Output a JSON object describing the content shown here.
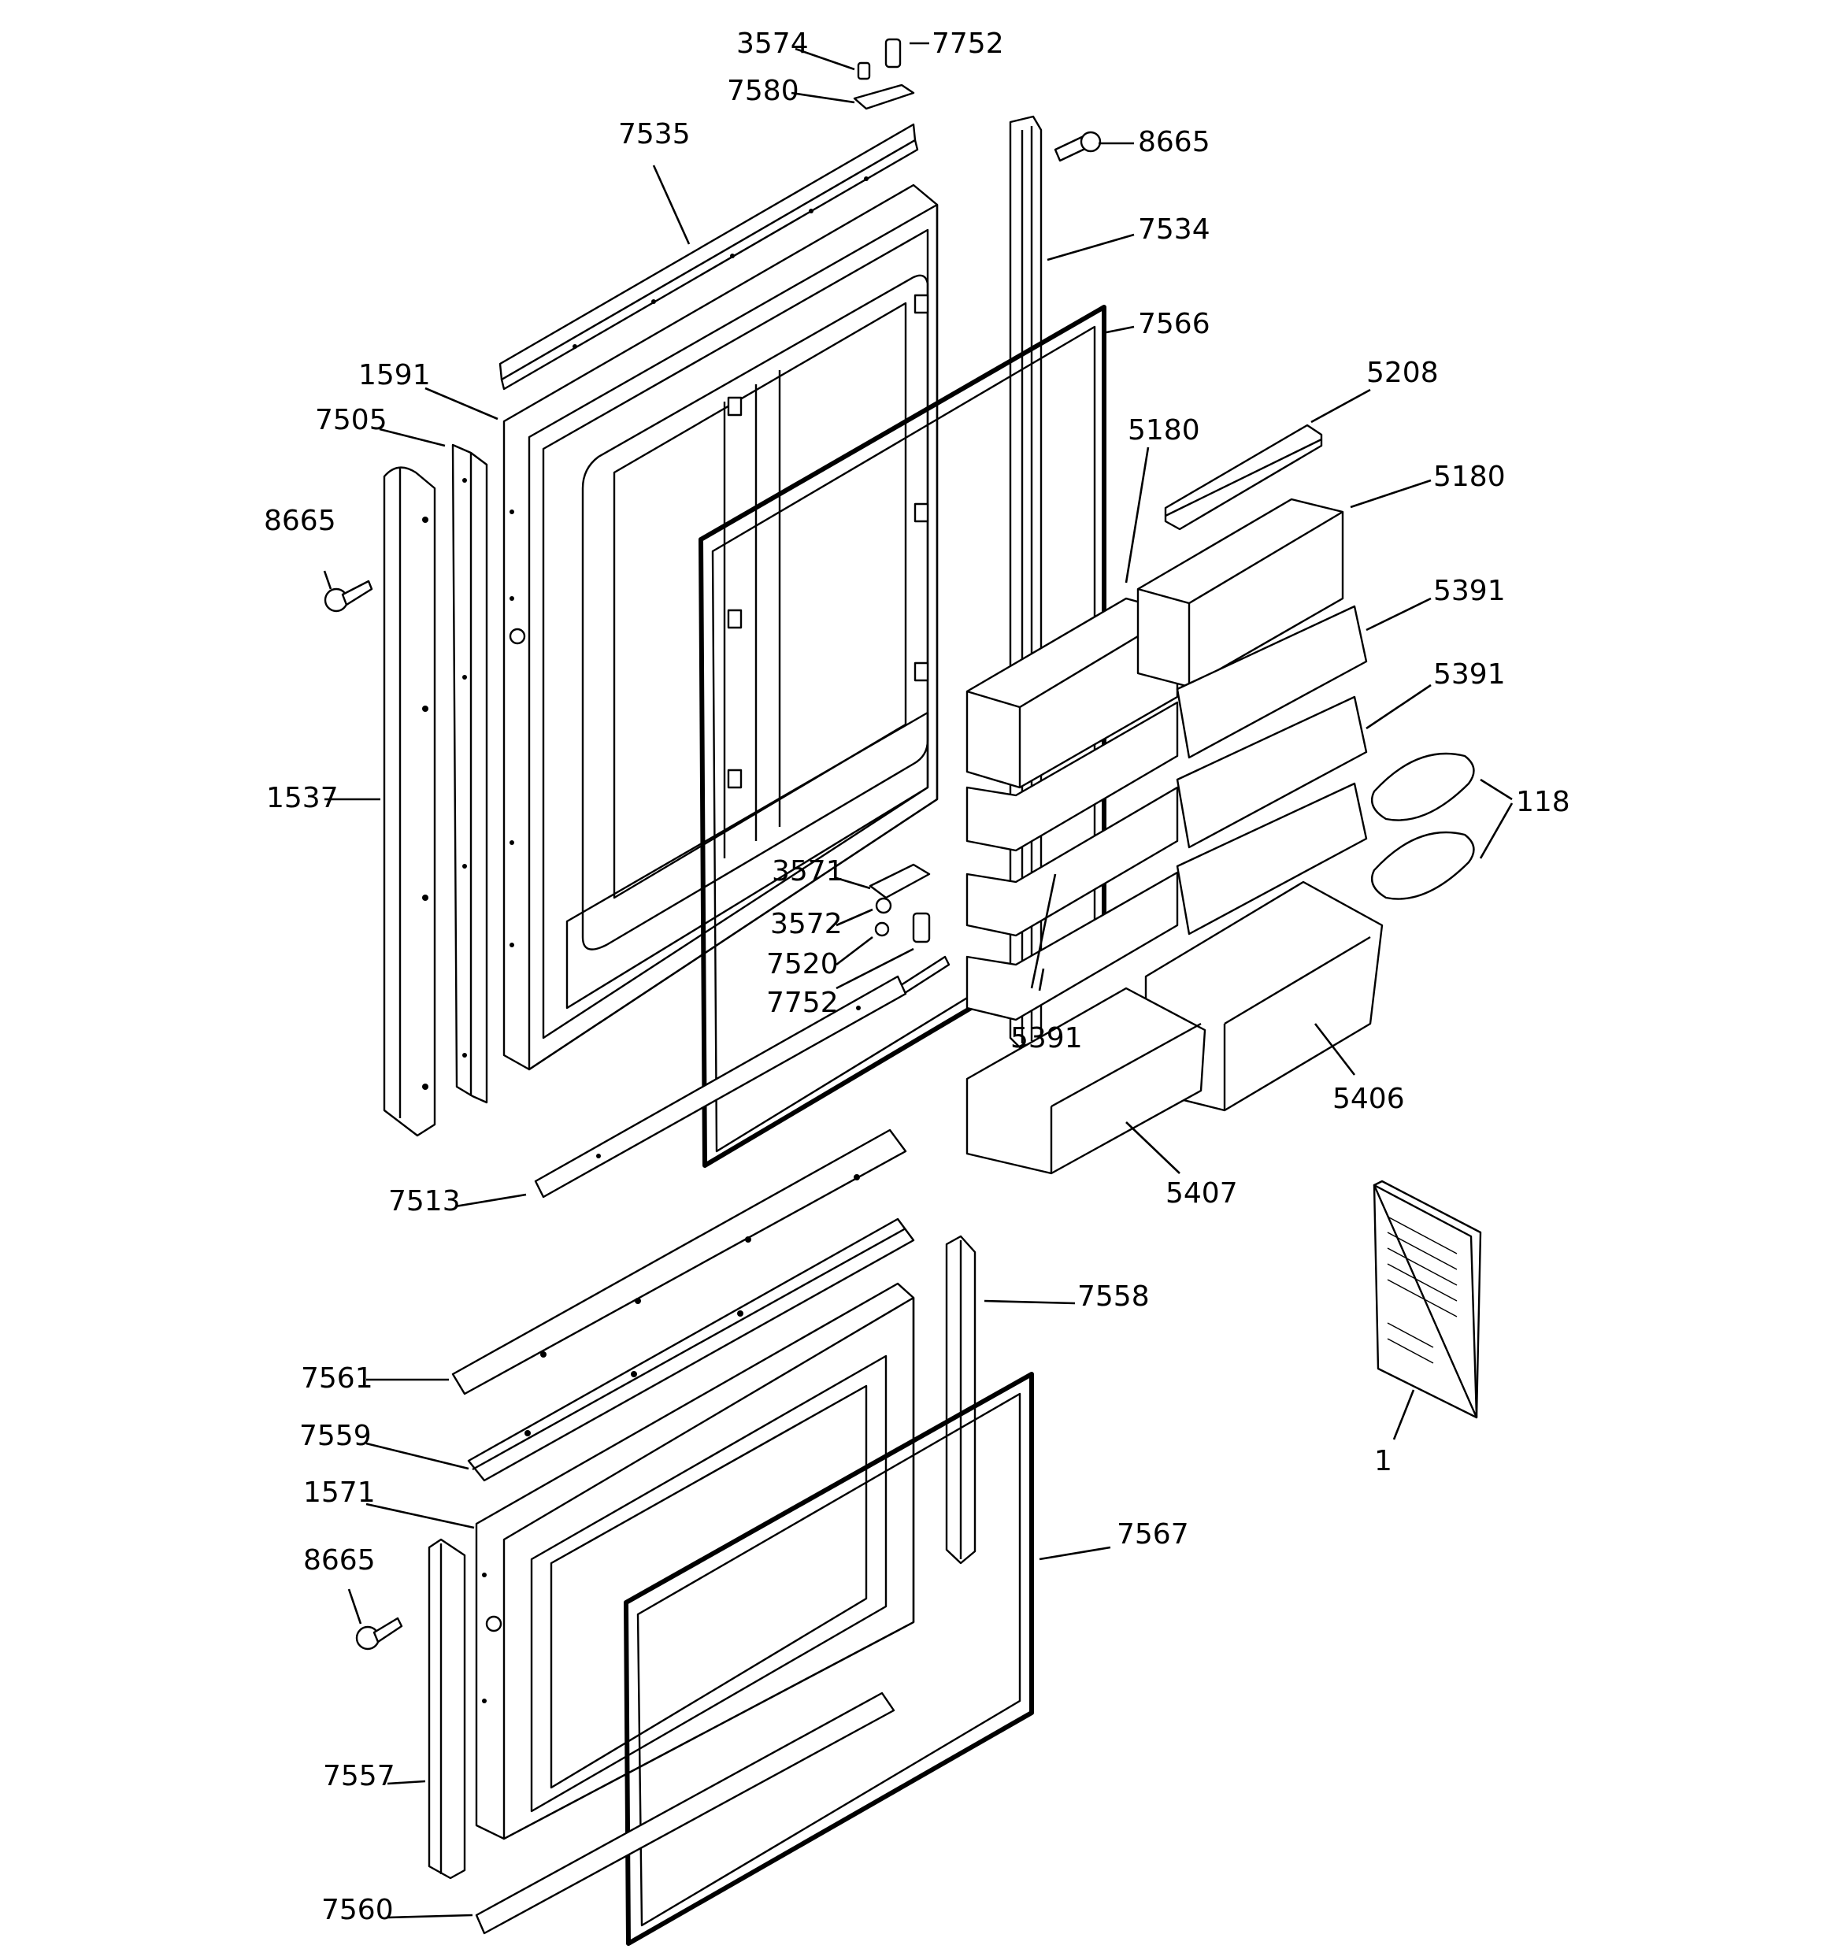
{
  "callouts": [
    {
      "id": "c01",
      "label": "3574"
    },
    {
      "id": "c02",
      "label": "7752"
    },
    {
      "id": "c03",
      "label": "7580"
    },
    {
      "id": "c04",
      "label": "8665"
    },
    {
      "id": "c05",
      "label": "7535"
    },
    {
      "id": "c06",
      "label": "7534"
    },
    {
      "id": "c07",
      "label": "7566"
    },
    {
      "id": "c08",
      "label": "5208"
    },
    {
      "id": "c09",
      "label": "1591"
    },
    {
      "id": "c10",
      "label": "7505"
    },
    {
      "id": "c11",
      "label": "5180"
    },
    {
      "id": "c12",
      "label": "5180"
    },
    {
      "id": "c13",
      "label": "8665"
    },
    {
      "id": "c14",
      "label": "5391"
    },
    {
      "id": "c15",
      "label": "5391"
    },
    {
      "id": "c16",
      "label": "1537"
    },
    {
      "id": "c17",
      "label": "118"
    },
    {
      "id": "c18",
      "label": "3571"
    },
    {
      "id": "c19",
      "label": "3572"
    },
    {
      "id": "c20",
      "label": "7520"
    },
    {
      "id": "c21",
      "label": "7752"
    },
    {
      "id": "c22",
      "label": "5391"
    },
    {
      "id": "c23",
      "label": "5406"
    },
    {
      "id": "c24",
      "label": "7513"
    },
    {
      "id": "c25",
      "label": "5407"
    },
    {
      "id": "c26",
      "label": "7558"
    },
    {
      "id": "c27",
      "label": "7561"
    },
    {
      "id": "c28",
      "label": "7559"
    },
    {
      "id": "c29",
      "label": "1"
    },
    {
      "id": "c30",
      "label": "1571"
    },
    {
      "id": "c31",
      "label": "7567"
    },
    {
      "id": "c32",
      "label": "8665"
    },
    {
      "id": "c33",
      "label": "7557"
    },
    {
      "id": "c34",
      "label": "7560"
    }
  ]
}
